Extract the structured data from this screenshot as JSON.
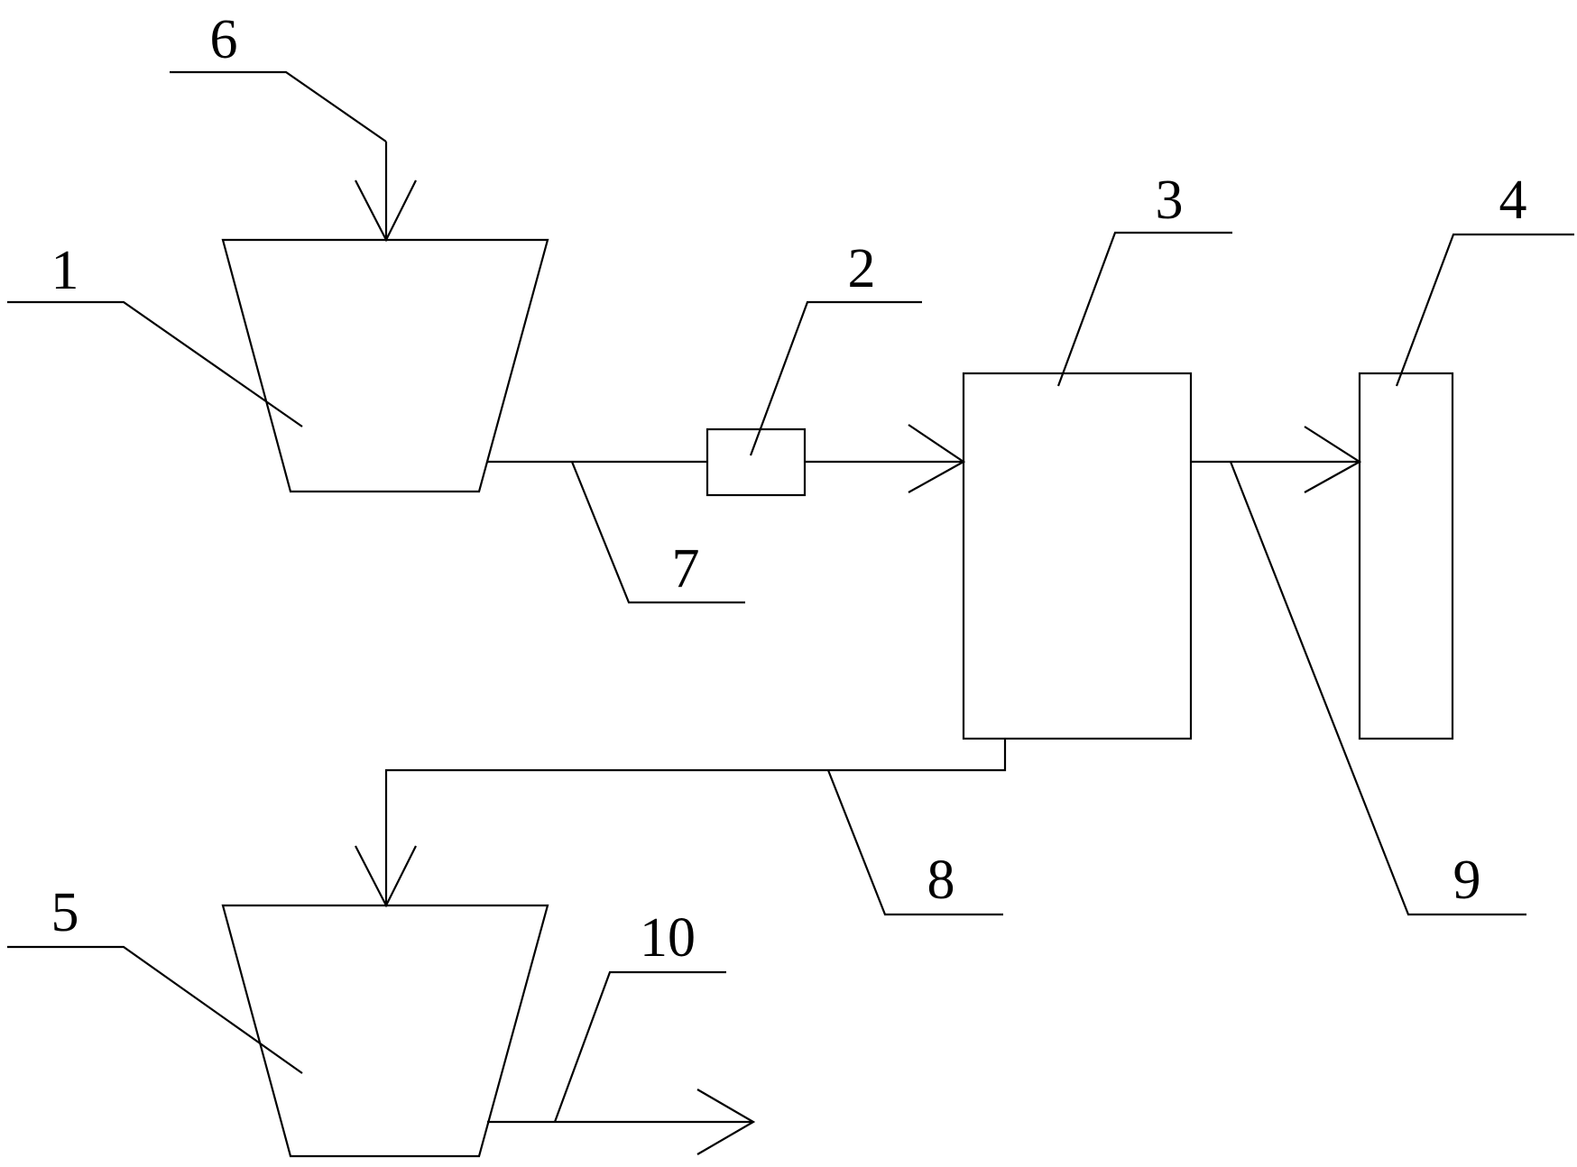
{
  "labels": {
    "n1": "1",
    "n2": "2",
    "n3": "3",
    "n4": "4",
    "n5": "5",
    "n6": "6",
    "n7": "7",
    "n8": "8",
    "n9": "9",
    "n10": "10"
  },
  "colors": {
    "stroke": "#000000",
    "background": "#ffffff"
  }
}
